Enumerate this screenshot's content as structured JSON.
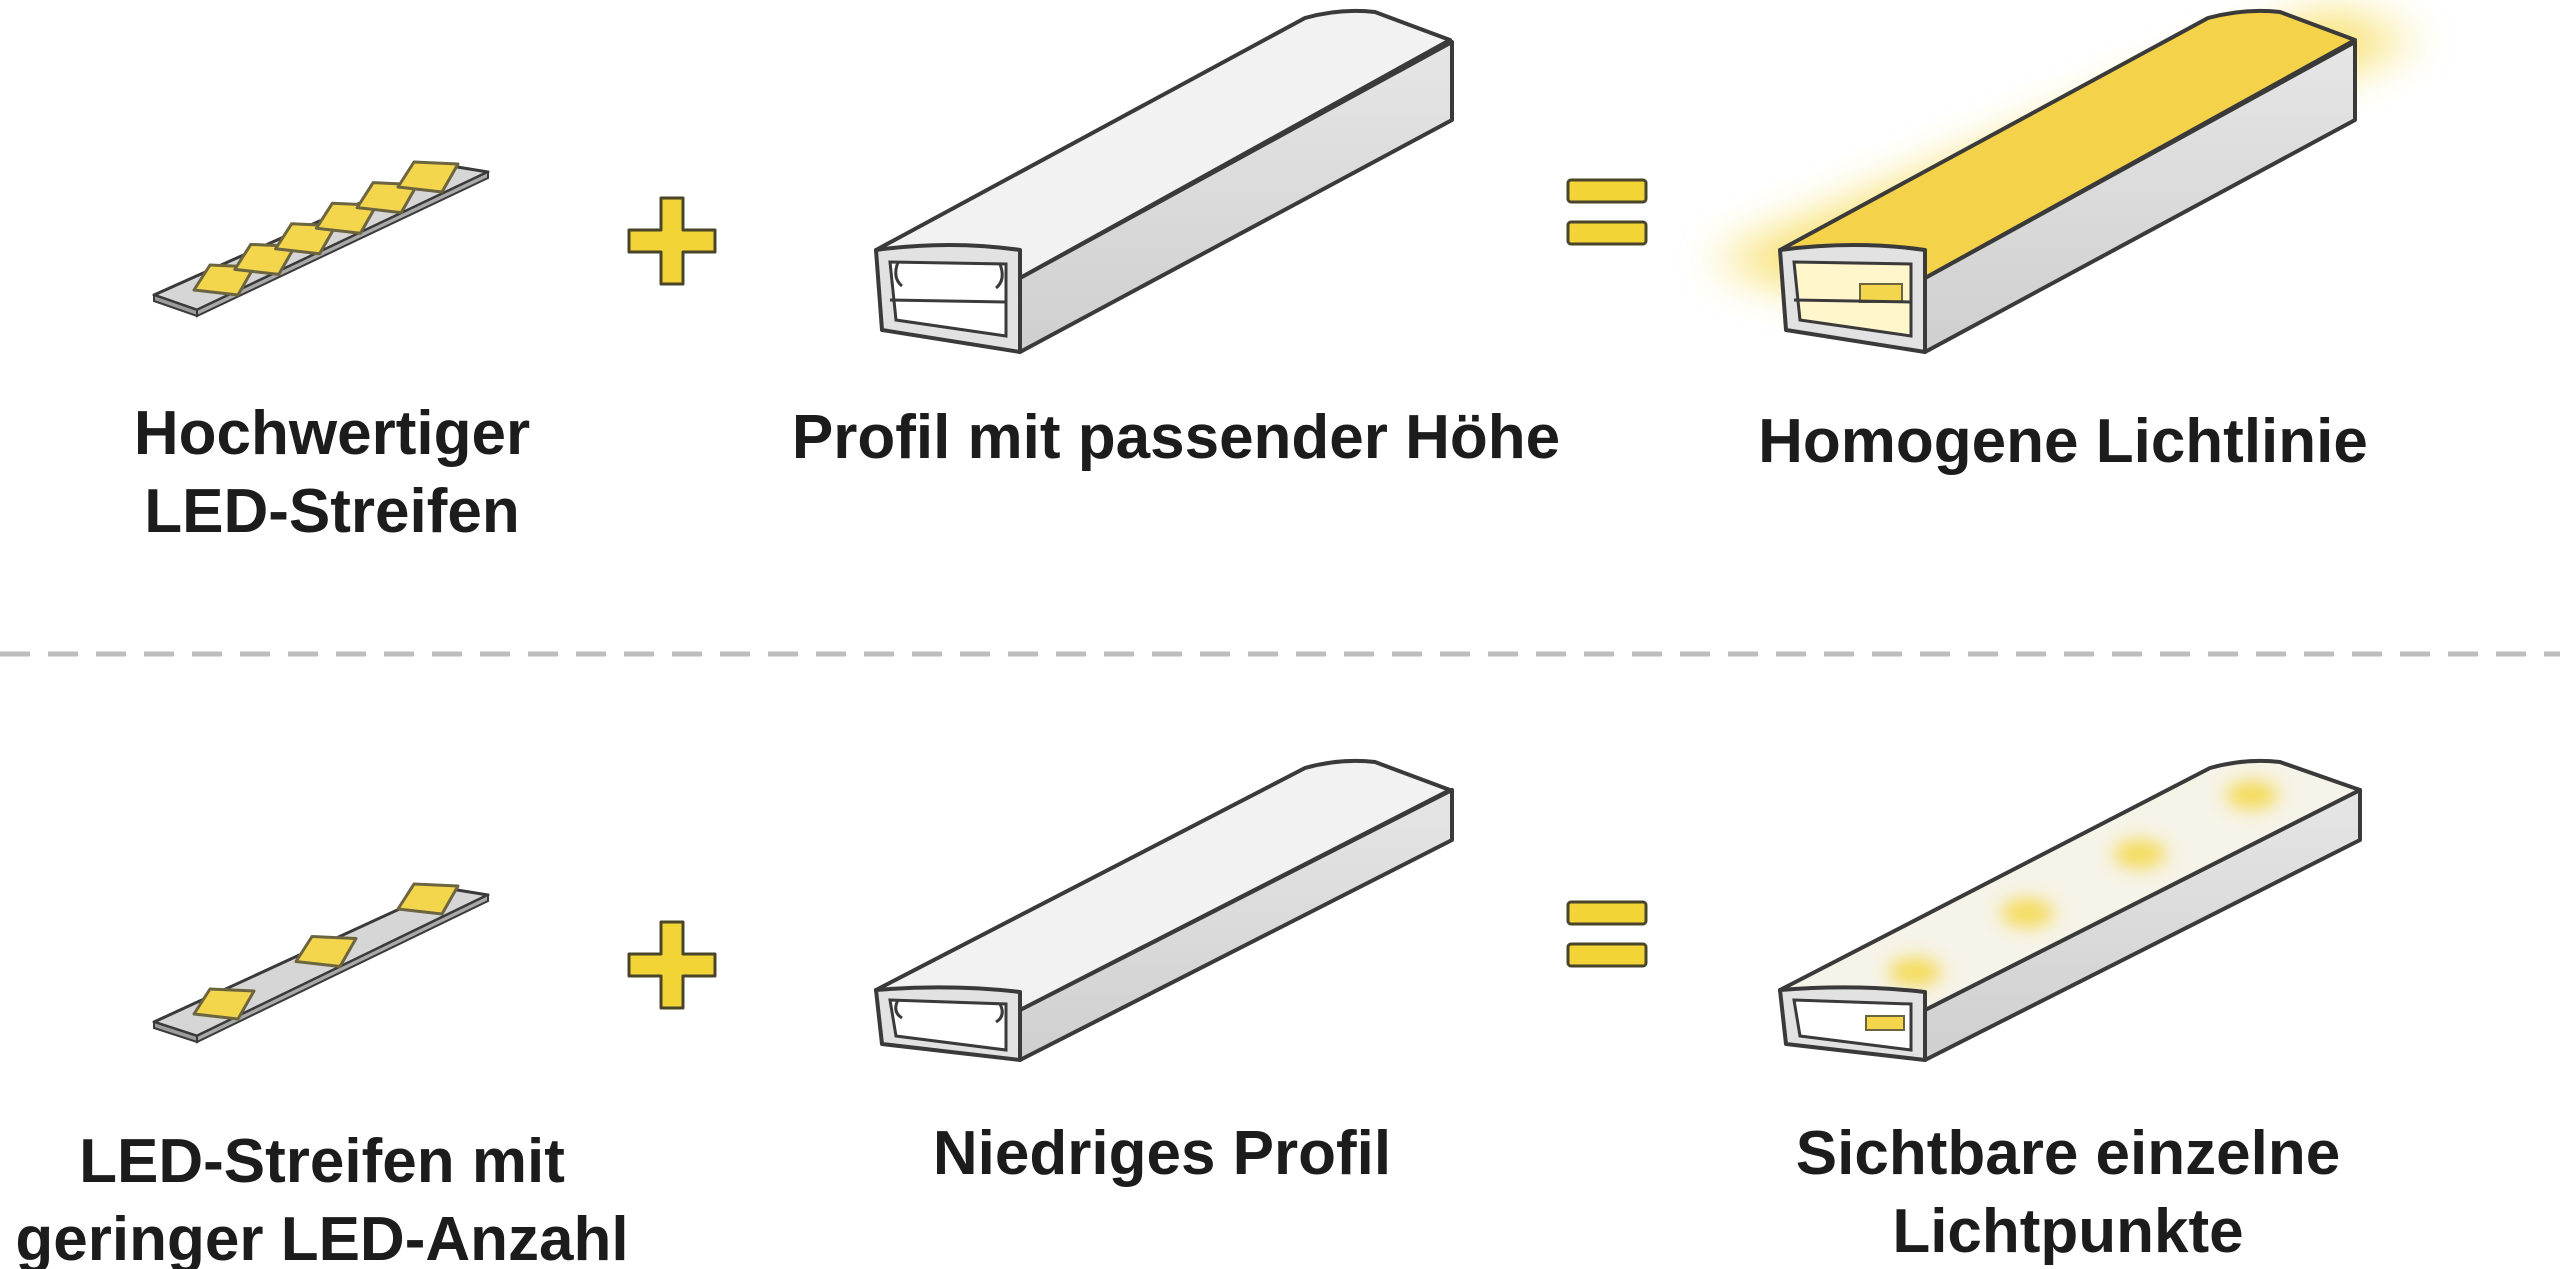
{
  "colors": {
    "led": "#f3d64c",
    "led_edge": "#6d6440",
    "glow": "#f4d63a",
    "operator": "#f2d437",
    "operator_edge": "#4a4428",
    "profile_fill": "#dcdcdc",
    "profile_top": "#f2f2f2",
    "outline": "#3a3a3a",
    "divider": "#bdbdbd",
    "text": "#1c1c1c"
  },
  "rows": [
    {
      "id": "good",
      "strip": {
        "led_count": 6,
        "label_lines": [
          "Hochwertiger",
          "LED-Streifen"
        ]
      },
      "plus_icon": "plus-icon",
      "profile": {
        "variant": "tall",
        "label_lines": [
          "Profil mit passender Höhe"
        ]
      },
      "equals_icon": "equals-icon",
      "result": {
        "variant": "homogeneous-light",
        "label_lines": [
          "Homogene Lichtlinie"
        ]
      }
    },
    {
      "id": "poor",
      "strip": {
        "led_count": 3,
        "label_lines": [
          "LED-Streifen mit",
          "geringer LED-Anzahl"
        ]
      },
      "plus_icon": "plus-icon",
      "profile": {
        "variant": "low",
        "label_lines": [
          "Niedriges Profil"
        ]
      },
      "equals_icon": "equals-icon",
      "result": {
        "variant": "visible-dots",
        "light_spot_count": 4,
        "label_lines": [
          "Sichtbare einzelne",
          "Lichtpunkte"
        ]
      }
    }
  ]
}
